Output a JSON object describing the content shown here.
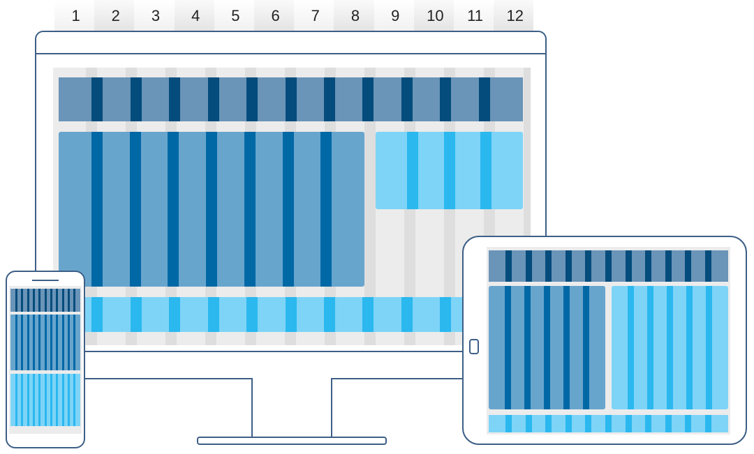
{
  "column_labels": [
    "1",
    "2",
    "3",
    "4",
    "5",
    "6",
    "7",
    "8",
    "9",
    "10",
    "11",
    "12"
  ],
  "colors": {
    "outline": "#3d5f86",
    "header_light": "#6a94b8",
    "header_dark": "#034c7c",
    "main_light": "#68a5cd",
    "main_dark": "#0168a6",
    "side_light": "#7ed4f7",
    "side_dark": "#2ab8ef",
    "screen_bg": "#ececec",
    "screen_stripe": "#dedede"
  },
  "devices": [
    "desktop-monitor",
    "tablet",
    "phone"
  ]
}
